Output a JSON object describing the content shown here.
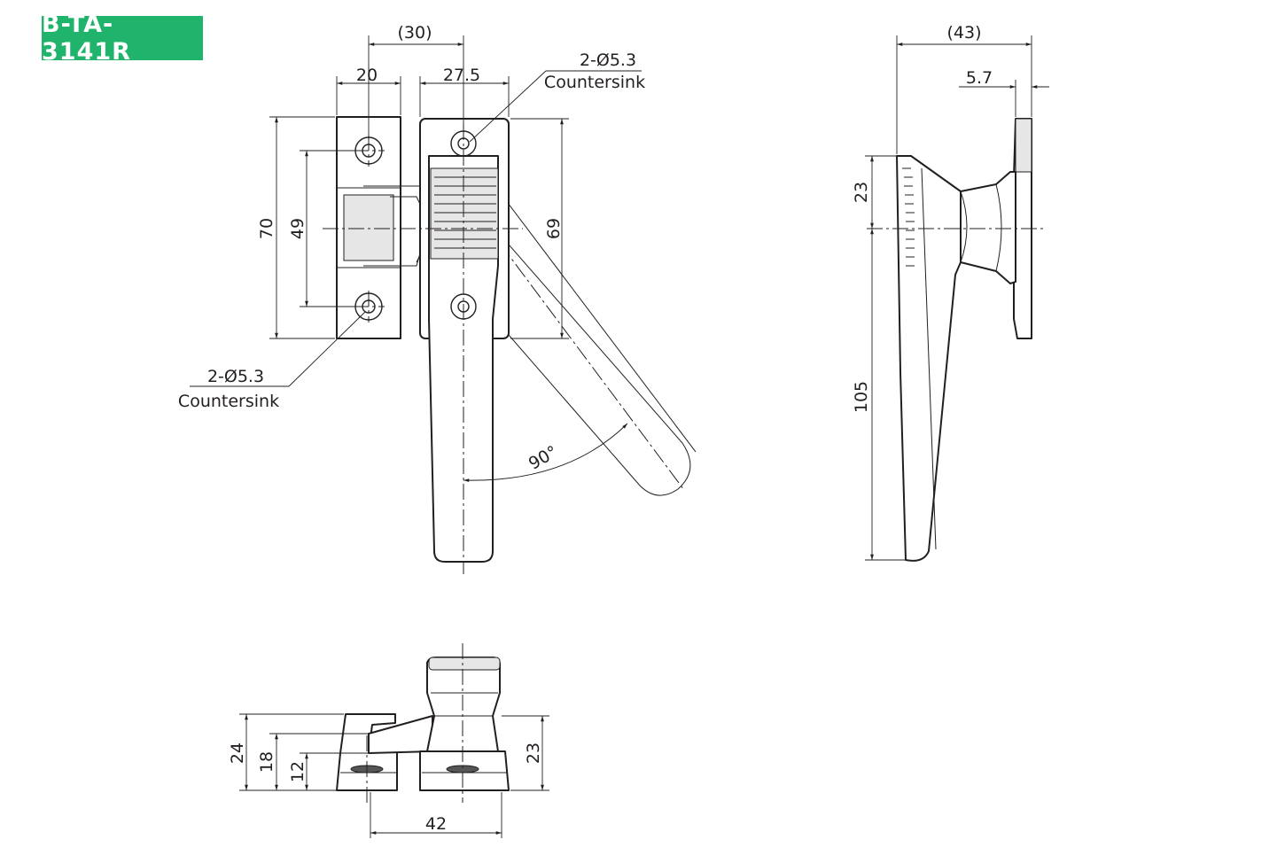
{
  "product_code": "B-TA-3141R",
  "front_view": {
    "dims": {
      "overall_width": "(30)",
      "base_width": "20",
      "handle_base_width": "27.5",
      "base_height": "70",
      "base_hole_pitch": "49",
      "handle_base_height": "69",
      "rotation_angle": "90°"
    },
    "callout_upper": {
      "holes": "2-Ø5.3",
      "note": "Countersink"
    },
    "callout_lower": {
      "holes": "2-Ø5.3",
      "note": "Countersink"
    }
  },
  "side_view": {
    "dims": {
      "overall_depth": "(43)",
      "base_thickness": "5.7",
      "upper_length": "23",
      "handle_length": "105"
    }
  },
  "bottom_view": {
    "dims": {
      "height_total": "24",
      "height_mid": "18",
      "height_low": "12",
      "handle_base_height": "23",
      "hole_distance": "42"
    }
  }
}
